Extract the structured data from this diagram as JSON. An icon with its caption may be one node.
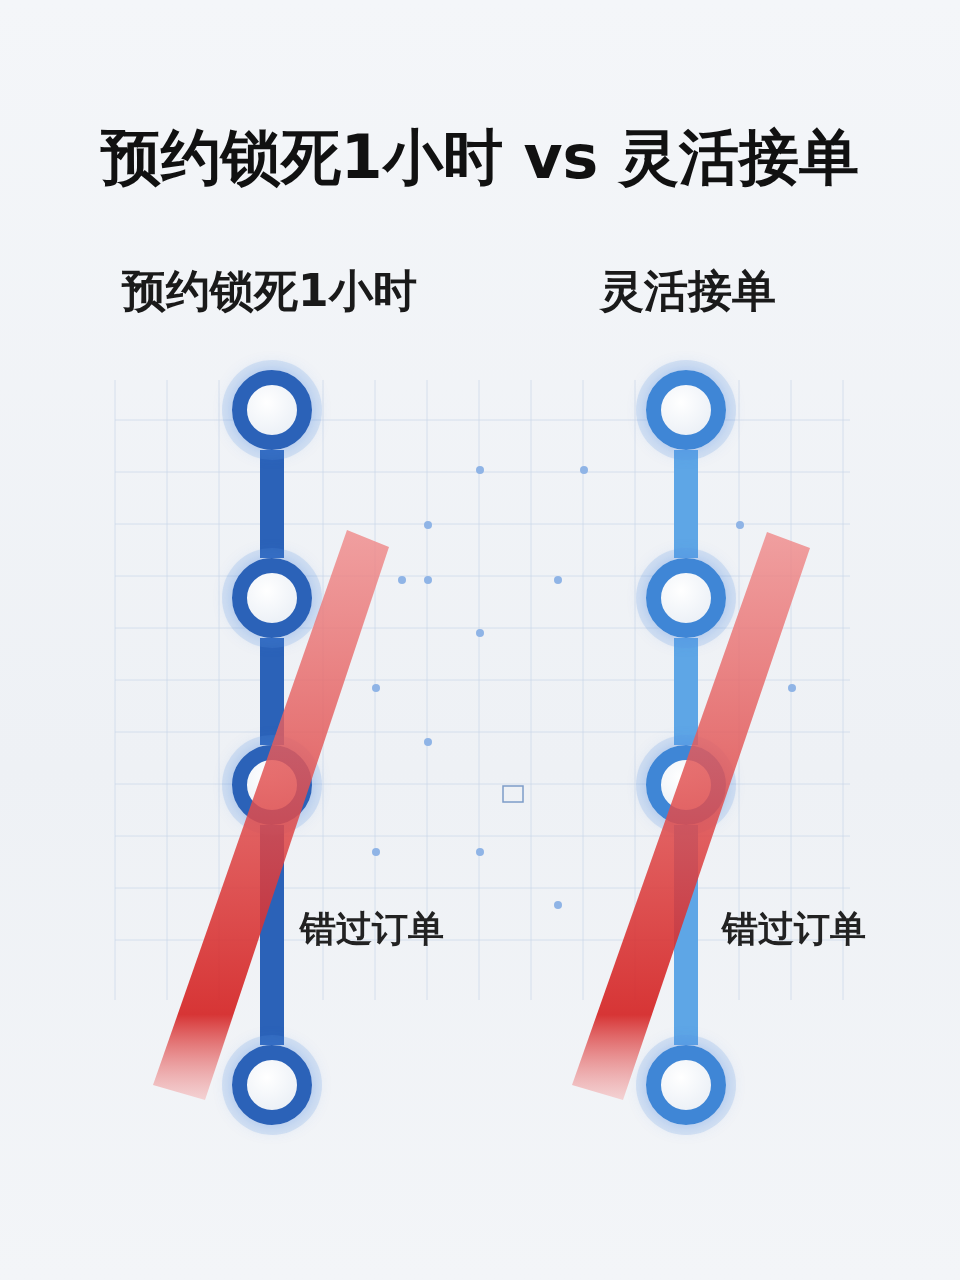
{
  "diagram": {
    "title": "预约锁死1小时 vs 灵活接单",
    "nodes": [
      {
        "text": [],
        "shape": "circle"
      },
      {
        "text": [],
        "shape": "circle"
      },
      {
        "text": [],
        "shape": "circle"
      },
      {
        "text": [],
        "shape": "circle"
      },
      {
        "text": [],
        "shape": "circle"
      },
      {
        "text": [],
        "shape": "circle"
      },
      {
        "text": [],
        "shape": "circle"
      },
      {
        "text": [],
        "shape": "circle"
      }
    ],
    "edges": [
      {
        "from": 0,
        "to": 1,
        "arrow": "none"
      },
      {
        "from": 1,
        "to": 2,
        "arrow": "none"
      },
      {
        "from": 2,
        "to": 3,
        "arrow": "none"
      },
      {
        "from": 4,
        "to": 5,
        "arrow": "none",
        "color": "#5ea6e6"
      },
      {
        "from": 5,
        "to": 6,
        "arrow": "none",
        "color": "#5ea6e6"
      },
      {
        "from": 6,
        "to": 7,
        "arrow": "none",
        "color": "#5ea6e6"
      }
    ],
    "labels": [
      "预约锁死1小时",
      "灵活接单",
      "错过订单",
      "错过订单"
    ]
  }
}
